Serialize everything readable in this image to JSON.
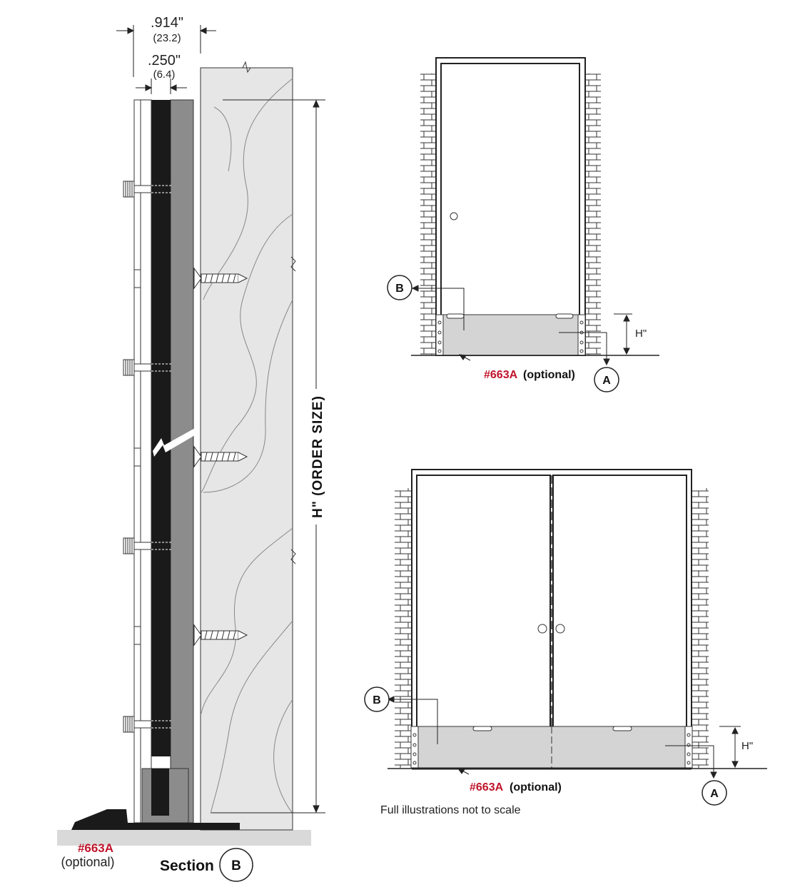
{
  "dimensions": {
    "overall_in": ".914\"",
    "overall_mm": "(23.2)",
    "thickness_in": ".250\"",
    "thickness_mm": "(6.4)",
    "height_label": "H\" (ORDER SIZE)"
  },
  "section": {
    "label": "Section",
    "callout": "B",
    "part_code": "#663A",
    "part_note": "(optional)"
  },
  "single_door": {
    "callout_b": "B",
    "callout_a": "A",
    "height": "H\"",
    "part_code": "#663A",
    "part_note": "(optional)"
  },
  "double_door": {
    "callout_b": "B",
    "callout_a": "A",
    "height": "H\"",
    "part_code": "#663A",
    "part_note": "(optional)",
    "footnote": "Full illustrations not to scale"
  },
  "colors": {
    "accent_red": "#c0142b",
    "panel_gray": "#d4d4d4",
    "wall_gray": "#e6e6e6",
    "dark": "#1a1a1a"
  }
}
